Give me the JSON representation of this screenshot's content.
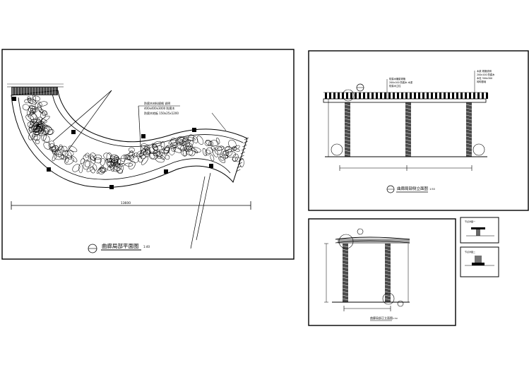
{
  "plan": {
    "title": "曲廊局部平面图",
    "scale": "1:40",
    "dimension": "13600",
    "callouts": [
      "防腐木材料规格 说明",
      "400x400x3000 防腐木",
      "防腐木地板 150x25x1200"
    ]
  },
  "side_elevation": {
    "title": "曲廊局部侧立面图",
    "scale": "1:50",
    "callouts_left": [
      "防腐木横梁规格",
      "200x100 防腐木 木梁",
      "防腐木立柱"
    ],
    "callouts_right": [
      "木梁 规格说明",
      "200x100 防腐木",
      "木柱 300x300",
      "砖砌基础"
    ]
  },
  "front_elevation": {
    "title": "曲廊局部正立面图",
    "scale": "1:50"
  },
  "details": {
    "top": "节点详图一",
    "bottom": "节点详图二"
  }
}
